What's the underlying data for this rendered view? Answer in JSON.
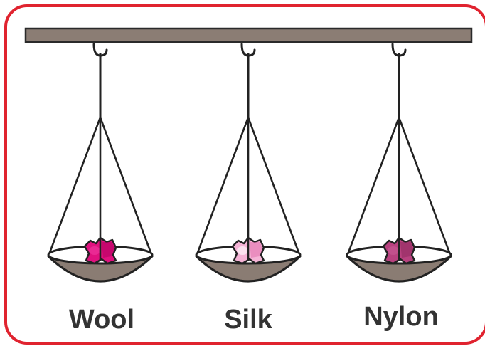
{
  "colors": {
    "frame": "#e0232f",
    "bar_fill": "#8b7d74",
    "bar_stroke": "#2a2a2a",
    "string": "#222222",
    "pan_fill": "#8a7c73",
    "pan_rim": "#ffffff",
    "label_text": "#333333"
  },
  "scales": [
    {
      "label": "Wool",
      "cloth_color": "#e0117f",
      "cloth_shade": "#b00060",
      "cloth_highlight": "#f03aa0"
    },
    {
      "label": "Silk",
      "cloth_color": "#f5b3d6",
      "cloth_shade": "#e070ad",
      "cloth_highlight": "#ffffff"
    },
    {
      "label": "Nylon",
      "cloth_color": "#b8417f",
      "cloth_shade": "#8e2a5e",
      "cloth_highlight": "#c85a94"
    }
  ]
}
